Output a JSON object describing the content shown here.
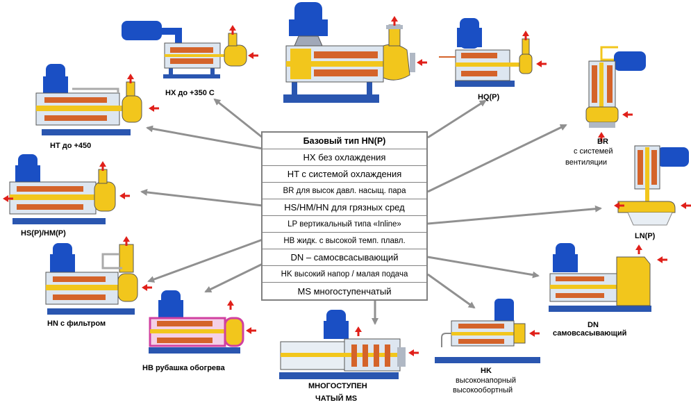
{
  "center": {
    "title": "Базовый тип HN(P)",
    "rows": [
      "HX без охлаждения",
      "HT с системой охлаждения",
      "BR для высок давл. насыщ. пара",
      "HS/HM/HN  для грязных сред",
      "LP вертикальный типа «Inline»",
      "HB жидк. с высокой темп. плавл.",
      "DN  – самосвсасывающий",
      "HK высокий  напор / малая подача",
      "MS многоступенчатый"
    ]
  },
  "labels": {
    "hx": "HX до +350 C",
    "hq": "HQ(P)",
    "ht": "HT  до +450",
    "br_title": "BR",
    "br_sub1": "с системей",
    "br_sub2": "вентиляции",
    "hs": "HS(P)/HM(P)",
    "ln": "LN(P)",
    "hn": "HN с фильтром",
    "dn_title": "DN",
    "dn_sub": "самовсасывающий",
    "hb": "HB рубашка обогрева",
    "ms1": "МНОГОСТУПЕН",
    "ms2": "ЧАТЫЙ MS",
    "hk_title": "HK",
    "hk_sub1": "высоконапорный",
    "hk_sub2": "высокообортный"
  },
  "colors": {
    "motor": "#1a4fc4",
    "base": "#2a56b0",
    "casing": "#f2c61c",
    "seal": "#d4632a",
    "arrow_gray": "#909090",
    "flow_red": "#e0201a",
    "jacket": "#d040a0"
  }
}
